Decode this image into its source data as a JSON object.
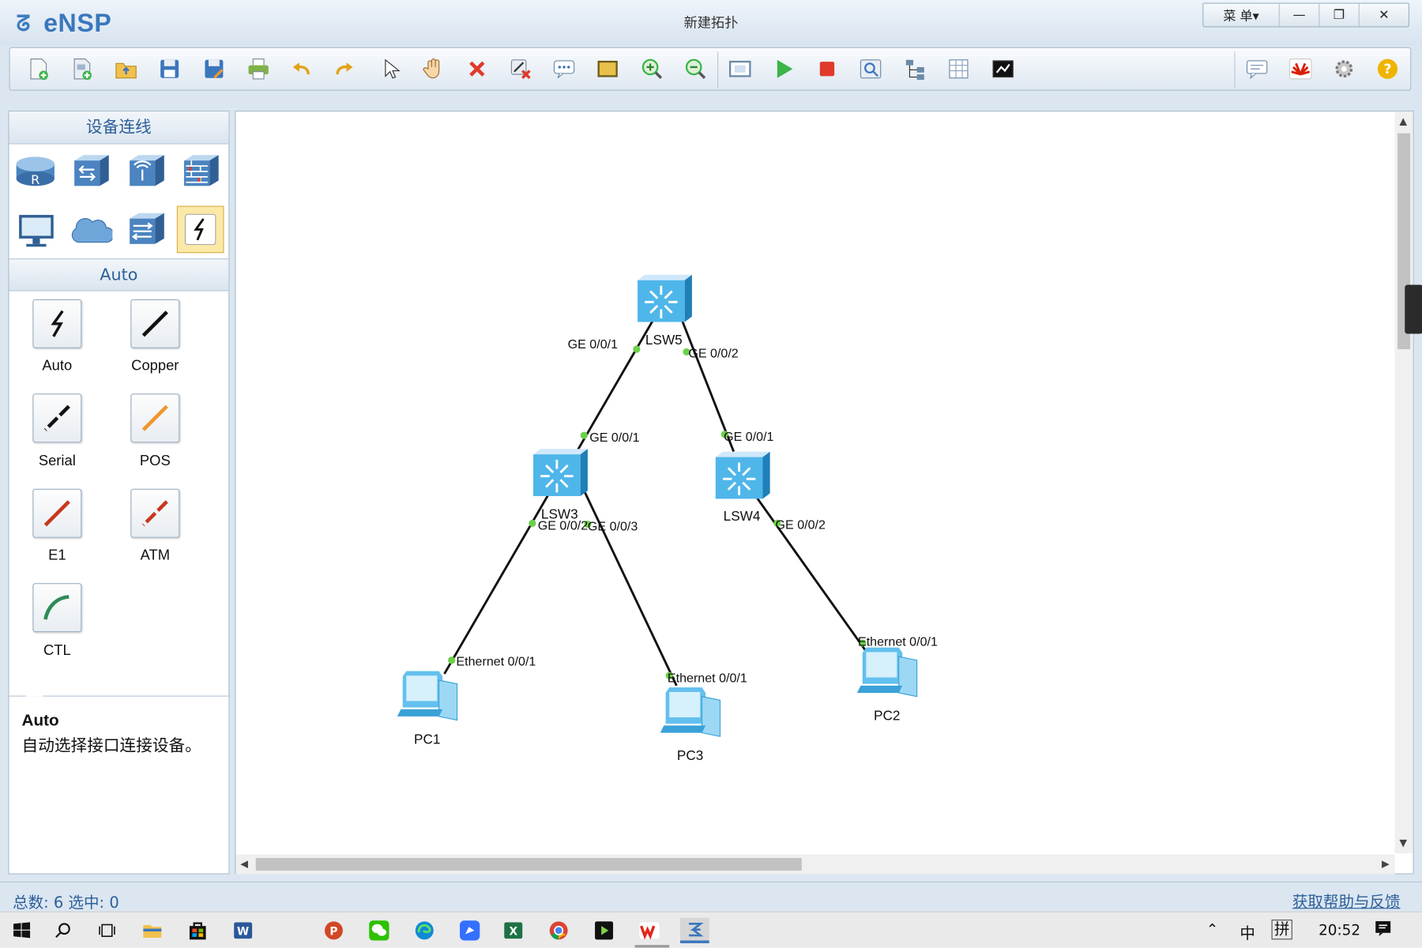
{
  "app": {
    "name": "eNSP",
    "window_title": "新建拓扑",
    "menu_label": "菜 单▾"
  },
  "window_controls": {
    "minimize": "—",
    "restore": "❐",
    "close": "✕"
  },
  "toolbar": {
    "left_buttons": [
      "new-topology-icon",
      "new-lab-icon",
      "open-icon",
      "save-icon",
      "save-as-icon",
      "print-icon",
      "undo-icon",
      "redo-icon",
      "select-pointer-icon",
      "pan-hand-icon",
      "delete-icon",
      "delete-all-links-icon",
      "text-note-icon",
      "rectangle-icon",
      "zoom-in-icon",
      "zoom-out-icon",
      "fit-window-icon",
      "start-device-icon",
      "stop-device-icon",
      "capture-icon",
      "topology-icon",
      "grid-icon",
      "console-icon"
    ],
    "right_buttons": [
      "chat-icon",
      "huawei-icon",
      "settings-icon",
      "help-icon"
    ]
  },
  "left_panel": {
    "devices_header": "设备连线",
    "device_types": [
      "router-icon",
      "switch-icon",
      "wlan-icon",
      "firewall-icon",
      "pc-icon",
      "cloud-icon",
      "other-device-icon",
      "cable-icon"
    ],
    "cables_header": "Auto",
    "cables": [
      {
        "label": "Auto",
        "color": "#111111"
      },
      {
        "label": "Copper",
        "color": "#111111"
      },
      {
        "label": "Serial",
        "color": "#111111"
      },
      {
        "label": "POS",
        "color": "#f0962d"
      },
      {
        "label": "E1",
        "color": "#c8361c"
      },
      {
        "label": "ATM",
        "color": "#c8361c"
      },
      {
        "label": "CTL",
        "color": "#2e8b57"
      }
    ],
    "description": {
      "title": "Auto",
      "text": "自动选择接口连接设备。"
    }
  },
  "topology": {
    "nodes": [
      {
        "id": "LSW5",
        "label": "LSW5",
        "type": "switch"
      },
      {
        "id": "LSW3",
        "label": "LSW3",
        "type": "switch"
      },
      {
        "id": "LSW4",
        "label": "LSW4",
        "type": "switch"
      },
      {
        "id": "PC1",
        "label": "PC1",
        "type": "pc"
      },
      {
        "id": "PC3",
        "label": "PC3",
        "type": "pc"
      },
      {
        "id": "PC2",
        "label": "PC2",
        "type": "pc"
      }
    ],
    "links": [
      {
        "from": "LSW5",
        "from_port": "GE 0/0/1",
        "to": "LSW3",
        "to_port": "GE 0/0/1"
      },
      {
        "from": "LSW5",
        "from_port": "GE 0/0/2",
        "to": "LSW4",
        "to_port": "GE 0/0/1"
      },
      {
        "from": "LSW3",
        "from_port": "GE 0/0/2",
        "to": "PC1",
        "to_port": "Ethernet 0/0/1"
      },
      {
        "from": "LSW3",
        "from_port": "GE 0/0/3",
        "to": "PC3",
        "to_port": "Ethernet 0/0/1"
      },
      {
        "from": "LSW4",
        "from_port": "GE 0/0/2",
        "to": "PC2",
        "to_port": "Ethernet 0/0/1"
      }
    ]
  },
  "status_bar": {
    "total_label": "总数: 6 选中: 0",
    "help_link": "获取帮助与反馈"
  },
  "taskbar": {
    "apps": [
      "windows-start-icon",
      "search-icon",
      "task-view-icon",
      "file-explorer-icon",
      "store-icon",
      "word-icon",
      "powerpoint-icon",
      "wechat-icon",
      "edge-icon",
      "feishu-icon",
      "excel-icon",
      "chrome-icon",
      "media-player-icon",
      "wps-icon",
      "ensp-icon"
    ],
    "tray": {
      "ime_lang": "中",
      "ime_mode": "拼",
      "time": "20:52"
    }
  }
}
